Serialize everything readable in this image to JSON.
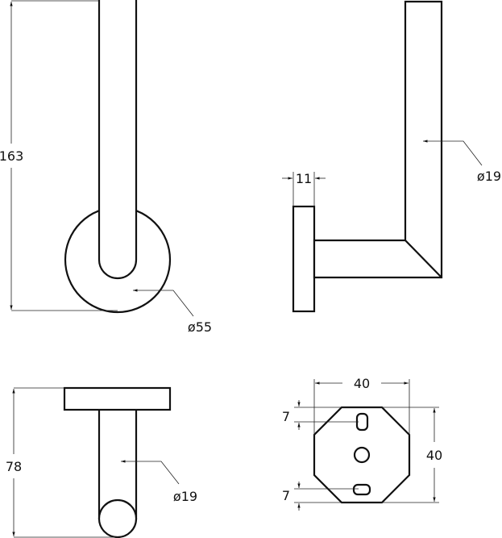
{
  "drawing": {
    "front_view": {
      "height_label": "163",
      "diameter_label": "ø55"
    },
    "side_view": {
      "thickness_label": "11",
      "diameter_label": "ø19"
    },
    "top_view": {
      "height_label": "78",
      "diameter_label": "ø19"
    },
    "base_plate": {
      "width_label": "40",
      "height_label": "40",
      "slot_top_label": "7",
      "slot_bottom_label": "7"
    }
  }
}
